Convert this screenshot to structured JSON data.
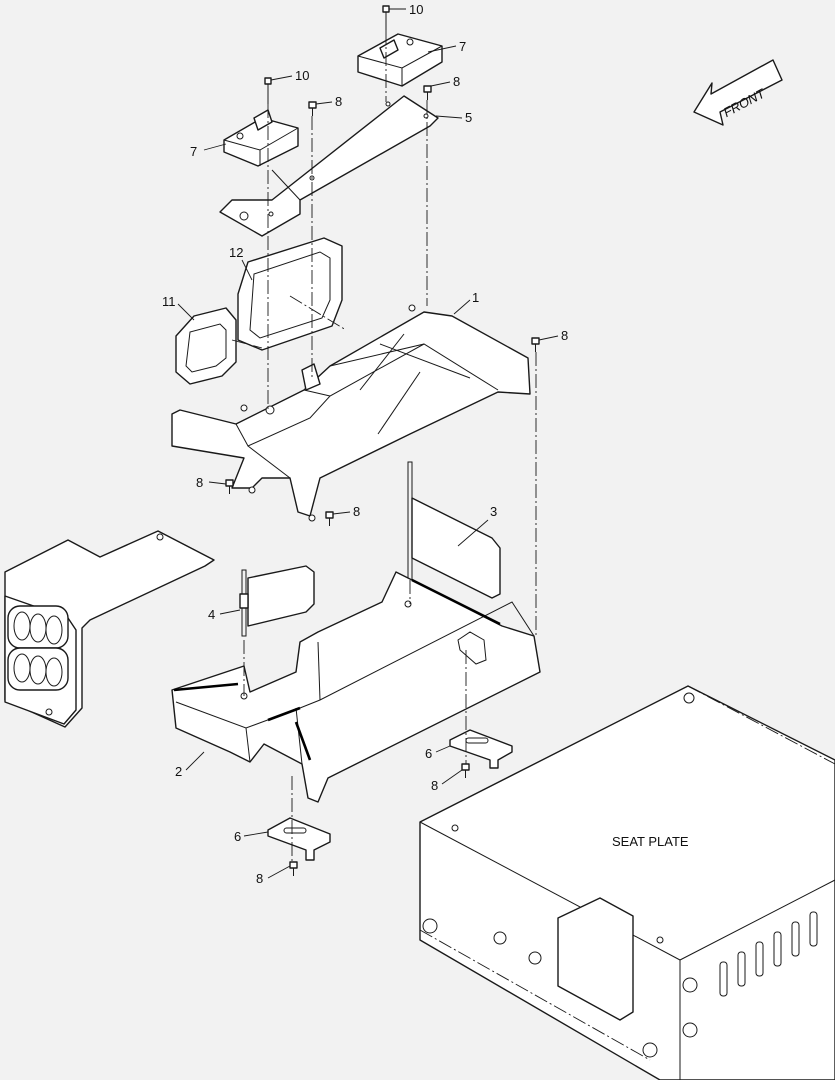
{
  "labels": {
    "front": "FRONT",
    "seat_plate": "SEAT PLATE"
  },
  "callouts": {
    "c10a": "10",
    "c7a": "7",
    "c8a": "8",
    "c5": "5",
    "c10b": "10",
    "c8b": "8",
    "c7b": "7",
    "c12": "12",
    "c11": "11",
    "c1": "1",
    "c8c": "8",
    "c8d": "8",
    "c8e": "8",
    "c3": "3",
    "c4": "4",
    "c2": "2",
    "c6a": "6",
    "c8f": "8",
    "c6b": "6",
    "c8g": "8"
  }
}
